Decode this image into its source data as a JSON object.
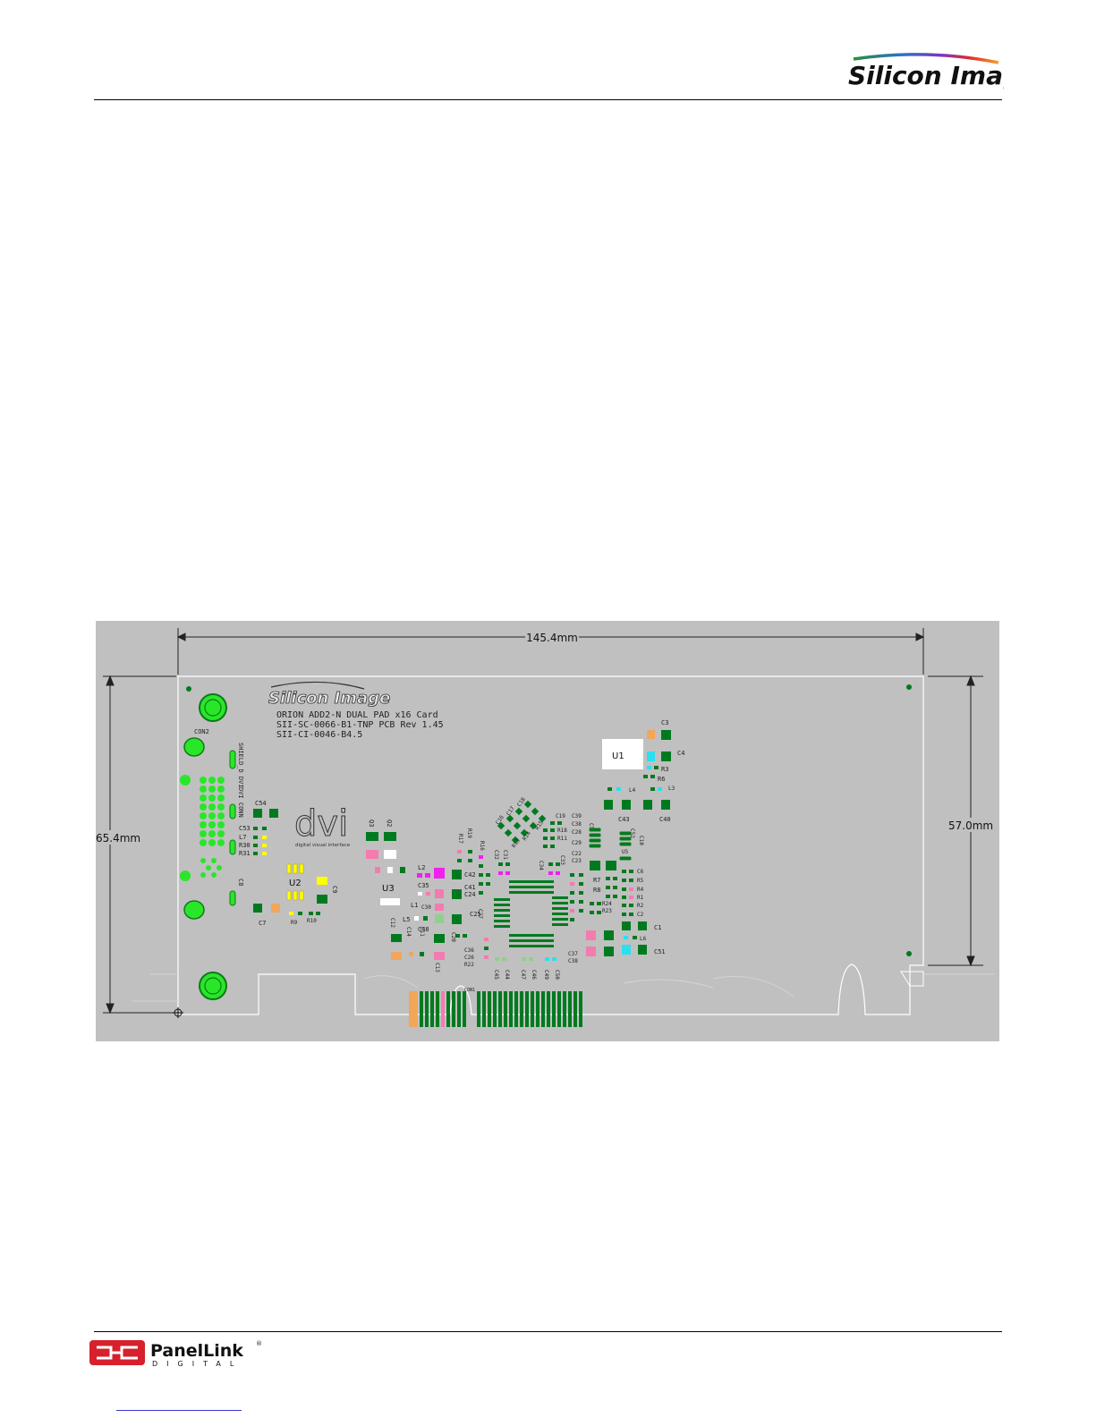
{
  "header": {
    "logo_text": "Silicon Image"
  },
  "board": {
    "width_dim": "145.4mm",
    "height_dim_left": "65.4mm",
    "height_dim_right": "57.0mm",
    "silk_logo": "Silicon Image",
    "silk_lines": [
      "ORION ADD2-N DUAL PAD x16 Card",
      "SII-SC-0066-B1-TNP PCB  Rev 1.45",
      "SII-CI-0046-B4.5"
    ],
    "dvi_logo": "dvi",
    "dvi_tag": "digital visual interface",
    "chips": {
      "u1": "U1",
      "u2": "U2",
      "u3": "U3"
    },
    "labels": {
      "con2": "CON2",
      "con1": "CON1",
      "shield_dvi": "SHIELD_D DVI",
      "dvi_conn": "DVI CONN",
      "c54": "C54",
      "c53": "C53",
      "l7": "L7",
      "r30": "R30",
      "r31": "R31",
      "c7": "C7",
      "r9": "R9",
      "r10": "R10",
      "c8": "C8",
      "c9": "C9",
      "q3": "Q3",
      "q2": "Q2",
      "l2": "L2",
      "c35": "C35",
      "l1": "L1",
      "c30": "C30",
      "l5": "L5",
      "c48": "C48",
      "c3": "C3",
      "c4": "C4",
      "r3": "R3",
      "r6": "R6",
      "l4": "L4",
      "l3": "L3",
      "c43": "C43",
      "c40": "C40",
      "c42": "C42",
      "c41": "C41",
      "c24": "C24",
      "c25": "C25",
      "c27": "C27",
      "c20": "C20",
      "c36": "C36",
      "c26": "C26",
      "r22": "R22",
      "c45": "C45",
      "c44": "C44",
      "c47": "C47",
      "c46": "C46",
      "c49": "C49",
      "c50": "C50",
      "c37": "C37",
      "c38b": "C38",
      "c6": "C6",
      "r5": "R5",
      "r4": "R4",
      "r1": "R1",
      "r2": "R2",
      "c2": "C2",
      "c1": "C1",
      "l6": "L6",
      "c51": "C51",
      "r7": "R7",
      "r8": "R8",
      "r24": "R24",
      "r23": "R23",
      "c5": "C5",
      "c19": "C19",
      "c39": "C39",
      "c38": "C38",
      "c28": "C28",
      "c29": "C29",
      "c22": "C22",
      "c23": "C23",
      "c33": "C33",
      "c34": "C34",
      "r18": "R18",
      "r11": "R11",
      "r17": "R17",
      "r19": "R19",
      "r16": "R16",
      "c13": "C13",
      "c15": "C15",
      "c32": "C32",
      "c31": "C31",
      "u5": "U5",
      "c52": "C52",
      "c12": "C12",
      "c14": "C14",
      "c16": "C16",
      "c17": "C17",
      "c18": "C18",
      "r13": "R13",
      "r14": "R14",
      "r15": "R15",
      "c10": "C10",
      "c11": "C11"
    }
  },
  "footer": {
    "logo_text": "PanelLink",
    "logo_sub": "DIGITAL",
    "registered": "®"
  },
  "colors": {
    "board_bg": "#c0c0c0",
    "pad_green": "#007a1f",
    "bright_green": "#29e629",
    "cyan": "#28e0f0",
    "pink": "#f47bb0",
    "magenta": "#f020f0",
    "orange": "#f2a65a",
    "yellow": "#ffff00",
    "panellink_red": "#d6202c"
  }
}
